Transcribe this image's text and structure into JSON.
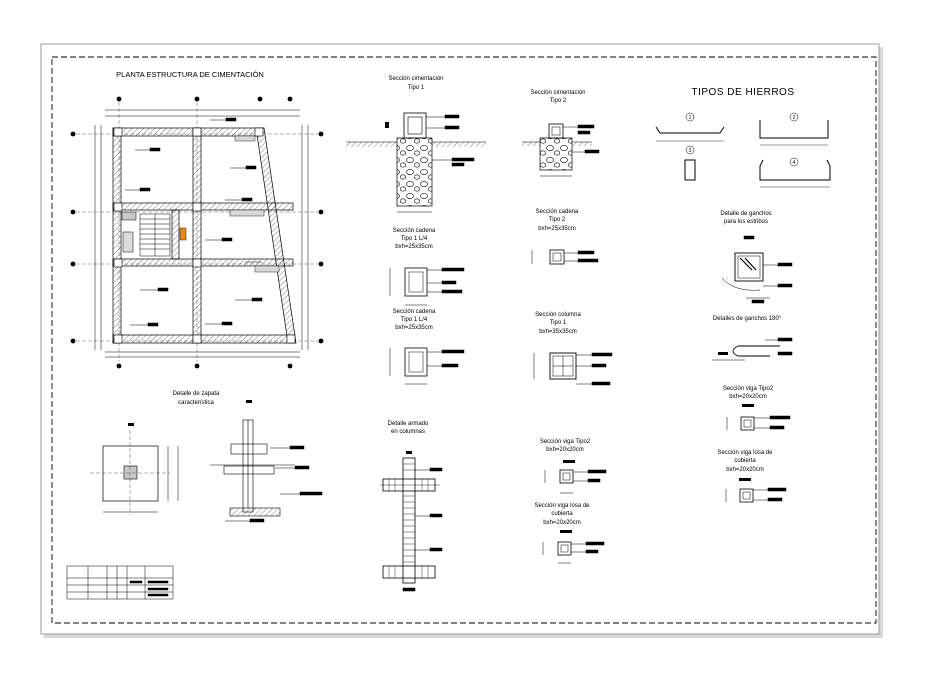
{
  "sheet": {
    "plan_title": "PLANTA ESTRUCTURA DE CIMENTACIÓN",
    "iron_types_title": "TIPOS DE HIERROS"
  },
  "details": {
    "sec_cim_1": [
      "Sección cimentación",
      "Tipo 1"
    ],
    "sec_cim_2": [
      "Sección cimentación",
      "Tipo 2"
    ],
    "sec_cadena_1": [
      "Sección cadena",
      "Tipo 1 L/4",
      "bxh=25x35cm"
    ],
    "sec_cadena_2": [
      "Sección cadena",
      "Tipo 2",
      "bxh=25x35cm"
    ],
    "sec_cadena_3": [
      "Sección cadena",
      "Tipo 1 L/4",
      "bxh=25x35cm"
    ],
    "sec_columna": [
      "Sección columna",
      "Tipo 1",
      "bxh=35x35cm"
    ],
    "det_zapata": [
      "Detalle de zapata",
      "característica"
    ],
    "det_armado": [
      "Detalle armado",
      "en columnas"
    ],
    "sec_viga_2_mid": [
      "Sección viga Tipo2",
      "bxh=20x20cm"
    ],
    "sec_viga_losa_mid": [
      "Sección viga losa de",
      "cubierta",
      "bxh=20x20cm"
    ],
    "det_ganchos": [
      "Detalle de ganchos",
      "para los estribos"
    ],
    "det_ganchos_180": [
      "Detalles de ganchos 180°"
    ],
    "sec_viga_2_right": [
      "Sección viga Tipo2",
      "bxh=20x20cm"
    ],
    "sec_viga_losa_right": [
      "Sección viga losa de",
      "cubierta",
      "bxh=20x20cm"
    ]
  },
  "iron_types": [
    "1",
    "2",
    "3",
    "4"
  ]
}
